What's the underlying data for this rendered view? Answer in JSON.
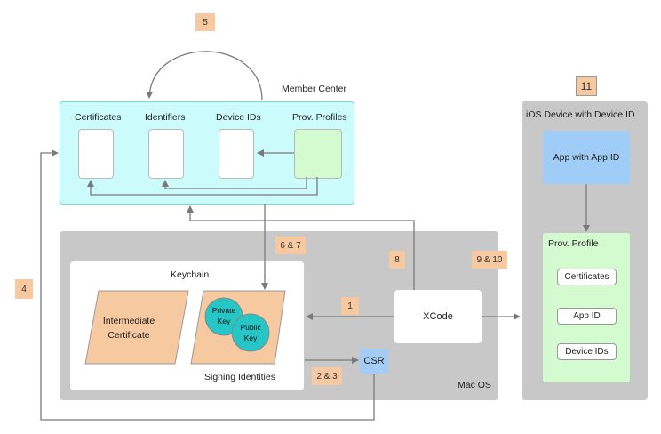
{
  "member_center": {
    "title": "Member Center",
    "columns": [
      "Certificates",
      "Identifiers",
      "Device IDs",
      "Prov. Profiles"
    ]
  },
  "mac": {
    "title": "Mac OS",
    "keychain": {
      "title": "Keychain",
      "intermediate": "Intermediate\nCertificate",
      "signing_identities": "Signing Identities",
      "private_key": "Private\nKey",
      "public_key": "Public\nKey"
    },
    "xcode": "XCode",
    "csr": "CSR"
  },
  "device": {
    "title": "iOS Device with Device ID",
    "app": "App with App ID",
    "profile": {
      "title": "Prov. Profile",
      "items": [
        "Certificates",
        "App ID",
        "Device IDs"
      ]
    }
  },
  "steps": {
    "s1": "1",
    "s23": "2 & 3",
    "s4": "4",
    "s5": "5",
    "s67": "6 & 7",
    "s8": "8",
    "s910": "9 & 10",
    "s11": "11"
  },
  "colors": {
    "member_center_fill": "#ccfbfb",
    "member_center_stroke": "#7fd3d9",
    "gray_region": "#c8c8c8",
    "badge": "#f7c9a0",
    "key": "#26c6c6",
    "csr": "#a3cdf7",
    "app": "#9fcdf8",
    "profile_green": "#d4fbd0"
  }
}
